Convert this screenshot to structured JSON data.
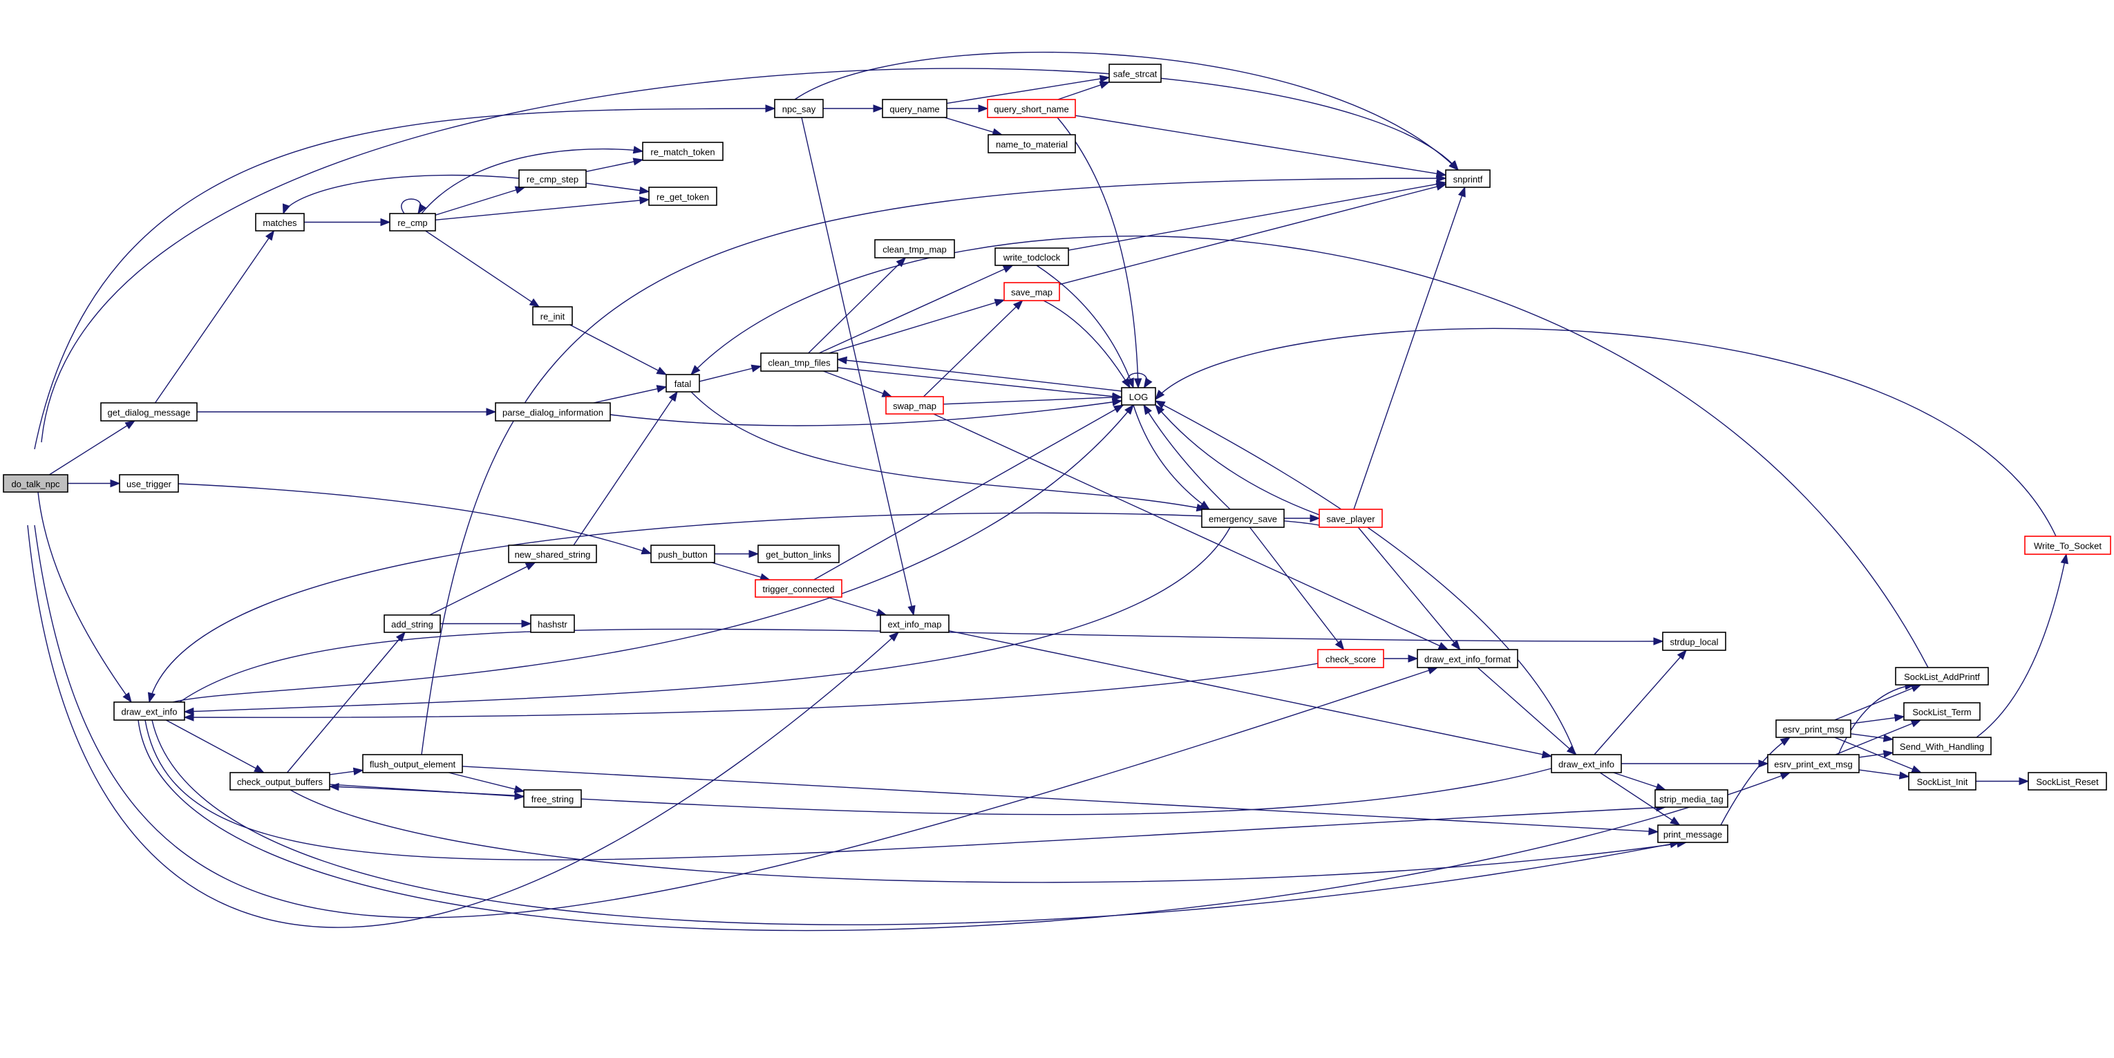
{
  "colors": {
    "edge": "#191970",
    "node_border": "#000000",
    "truncated_border": "#ff0000",
    "root_fill": "#bfbfbf",
    "background": "#ffffff"
  },
  "nodes": [
    {
      "id": "do_talk_npc",
      "label": "do_talk_npc",
      "kind": "root"
    },
    {
      "id": "use_trigger",
      "label": "use_trigger",
      "kind": "normal"
    },
    {
      "id": "get_dialog_message",
      "label": "get_dialog_message",
      "kind": "normal"
    },
    {
      "id": "matches",
      "label": "matches",
      "kind": "normal"
    },
    {
      "id": "re_cmp",
      "label": "re_cmp",
      "kind": "normal"
    },
    {
      "id": "re_cmp_step",
      "label": "re_cmp_step",
      "kind": "normal"
    },
    {
      "id": "re_match_token",
      "label": "re_match_token",
      "kind": "normal"
    },
    {
      "id": "re_get_token",
      "label": "re_get_token",
      "kind": "normal"
    },
    {
      "id": "re_init",
      "label": "re_init",
      "kind": "normal"
    },
    {
      "id": "fatal",
      "label": "fatal",
      "kind": "normal"
    },
    {
      "id": "parse_dialog_information",
      "label": "parse_dialog_information",
      "kind": "normal"
    },
    {
      "id": "npc_say",
      "label": "npc_say",
      "kind": "normal"
    },
    {
      "id": "query_name",
      "label": "query_name",
      "kind": "normal"
    },
    {
      "id": "query_short_name",
      "label": "query_short_name",
      "kind": "truncated"
    },
    {
      "id": "safe_strcat",
      "label": "safe_strcat",
      "kind": "normal"
    },
    {
      "id": "name_to_material",
      "label": "name_to_material",
      "kind": "normal"
    },
    {
      "id": "snprintf",
      "label": "snprintf",
      "kind": "normal"
    },
    {
      "id": "clean_tmp_map",
      "label": "clean_tmp_map",
      "kind": "normal"
    },
    {
      "id": "write_todclock",
      "label": "write_todclock",
      "kind": "normal"
    },
    {
      "id": "save_map",
      "label": "save_map",
      "kind": "truncated"
    },
    {
      "id": "clean_tmp_files",
      "label": "clean_tmp_files",
      "kind": "normal"
    },
    {
      "id": "swap_map",
      "label": "swap_map",
      "kind": "truncated"
    },
    {
      "id": "LOG",
      "label": "LOG",
      "kind": "normal"
    },
    {
      "id": "emergency_save",
      "label": "emergency_save",
      "kind": "normal"
    },
    {
      "id": "save_player",
      "label": "save_player",
      "kind": "truncated"
    },
    {
      "id": "new_shared_string",
      "label": "new_shared_string",
      "kind": "normal"
    },
    {
      "id": "push_button",
      "label": "push_button",
      "kind": "normal"
    },
    {
      "id": "get_button_links",
      "label": "get_button_links",
      "kind": "normal"
    },
    {
      "id": "trigger_connected",
      "label": "trigger_connected",
      "kind": "truncated"
    },
    {
      "id": "add_string",
      "label": "add_string",
      "kind": "normal"
    },
    {
      "id": "hashstr",
      "label": "hashstr",
      "kind": "normal"
    },
    {
      "id": "ext_info_map",
      "label": "ext_info_map",
      "kind": "normal"
    },
    {
      "id": "strdup_local",
      "label": "strdup_local",
      "kind": "normal"
    },
    {
      "id": "check_score",
      "label": "check_score",
      "kind": "truncated"
    },
    {
      "id": "draw_ext_info_format",
      "label": "draw_ext_info_format",
      "kind": "normal"
    },
    {
      "id": "draw_ext_info_l",
      "label": "draw_ext_info",
      "kind": "normal"
    },
    {
      "id": "draw_ext_info_r",
      "label": "draw_ext_info",
      "kind": "normal"
    },
    {
      "id": "check_output_buffers",
      "label": "check_output_buffers",
      "kind": "normal"
    },
    {
      "id": "flush_output_element",
      "label": "flush_output_element",
      "kind": "normal"
    },
    {
      "id": "free_string",
      "label": "free_string",
      "kind": "normal"
    },
    {
      "id": "strip_media_tag",
      "label": "strip_media_tag",
      "kind": "normal"
    },
    {
      "id": "print_message",
      "label": "print_message",
      "kind": "normal"
    },
    {
      "id": "esrv_print_msg",
      "label": "esrv_print_msg",
      "kind": "normal"
    },
    {
      "id": "esrv_print_ext_msg",
      "label": "esrv_print_ext_msg",
      "kind": "normal"
    },
    {
      "id": "SockList_AddPrintf",
      "label": "SockList_AddPrintf",
      "kind": "normal"
    },
    {
      "id": "SockList_Term",
      "label": "SockList_Term",
      "kind": "normal"
    },
    {
      "id": "Send_With_Handling",
      "label": "Send_With_Handling",
      "kind": "normal"
    },
    {
      "id": "SockList_Init",
      "label": "SockList_Init",
      "kind": "normal"
    },
    {
      "id": "SockList_Reset",
      "label": "SockList_Reset",
      "kind": "normal"
    },
    {
      "id": "Write_To_Socket",
      "label": "Write_To_Socket",
      "kind": "truncated"
    }
  ],
  "edges": [
    [
      "do_talk_npc",
      "use_trigger"
    ],
    [
      "do_talk_npc",
      "get_dialog_message"
    ],
    [
      "do_talk_npc",
      "npc_say"
    ],
    [
      "do_talk_npc",
      "snprintf"
    ],
    [
      "do_talk_npc",
      "draw_ext_info_l"
    ],
    [
      "do_talk_npc",
      "ext_info_map"
    ],
    [
      "do_talk_npc",
      "draw_ext_info_format"
    ],
    [
      "get_dialog_message",
      "matches"
    ],
    [
      "get_dialog_message",
      "parse_dialog_information"
    ],
    [
      "matches",
      "re_cmp"
    ],
    [
      "re_cmp",
      "re_cmp"
    ],
    [
      "re_cmp",
      "re_cmp_step"
    ],
    [
      "re_cmp",
      "re_match_token"
    ],
    [
      "re_cmp",
      "re_get_token"
    ],
    [
      "re_cmp",
      "re_init"
    ],
    [
      "re_cmp_step",
      "matches"
    ],
    [
      "re_cmp_step",
      "re_match_token"
    ],
    [
      "re_cmp_step",
      "re_get_token"
    ],
    [
      "re_init",
      "fatal"
    ],
    [
      "parse_dialog_information",
      "fatal"
    ],
    [
      "parse_dialog_information",
      "LOG"
    ],
    [
      "fatal",
      "clean_tmp_files"
    ],
    [
      "fatal",
      "emergency_save"
    ],
    [
      "clean_tmp_files",
      "clean_tmp_map"
    ],
    [
      "clean_tmp_files",
      "write_todclock"
    ],
    [
      "clean_tmp_files",
      "save_map"
    ],
    [
      "clean_tmp_files",
      "swap_map"
    ],
    [
      "clean_tmp_files",
      "LOG"
    ],
    [
      "write_todclock",
      "snprintf"
    ],
    [
      "write_todclock",
      "LOG"
    ],
    [
      "save_map",
      "snprintf"
    ],
    [
      "save_map",
      "LOG"
    ],
    [
      "swap_map",
      "save_map"
    ],
    [
      "swap_map",
      "LOG"
    ],
    [
      "swap_map",
      "draw_ext_info_format"
    ],
    [
      "LOG",
      "LOG"
    ],
    [
      "LOG",
      "clean_tmp_files"
    ],
    [
      "LOG",
      "emergency_save"
    ],
    [
      "emergency_save",
      "LOG"
    ],
    [
      "emergency_save",
      "save_player"
    ],
    [
      "emergency_save",
      "check_score"
    ],
    [
      "emergency_save",
      "draw_ext_info_l"
    ],
    [
      "save_player",
      "LOG"
    ],
    [
      "save_player",
      "snprintf"
    ],
    [
      "save_player",
      "draw_ext_info_format"
    ],
    [
      "save_player",
      "draw_ext_info_l"
    ],
    [
      "npc_say",
      "query_name"
    ],
    [
      "npc_say",
      "snprintf"
    ],
    [
      "npc_say",
      "ext_info_map"
    ],
    [
      "query_name",
      "query_short_name"
    ],
    [
      "query_name",
      "safe_strcat"
    ],
    [
      "query_name",
      "name_to_material"
    ],
    [
      "query_short_name",
      "safe_strcat"
    ],
    [
      "query_short_name",
      "snprintf"
    ],
    [
      "query_short_name",
      "LOG"
    ],
    [
      "use_trigger",
      "push_button"
    ],
    [
      "push_button",
      "get_button_links"
    ],
    [
      "push_button",
      "trigger_connected"
    ],
    [
      "trigger_connected",
      "LOG"
    ],
    [
      "trigger_connected",
      "ext_info_map"
    ],
    [
      "new_shared_string",
      "fatal"
    ],
    [
      "add_string",
      "new_shared_string"
    ],
    [
      "add_string",
      "hashstr"
    ],
    [
      "ext_info_map",
      "draw_ext_info_r"
    ],
    [
      "check_score",
      "draw_ext_info_format"
    ],
    [
      "check_score",
      "draw_ext_info_l"
    ],
    [
      "draw_ext_info_format",
      "draw_ext_info_r"
    ],
    [
      "draw_ext_info_l",
      "check_output_buffers"
    ],
    [
      "draw_ext_info_l",
      "strdup_local"
    ],
    [
      "draw_ext_info_l",
      "LOG"
    ],
    [
      "draw_ext_info_l",
      "print_message"
    ],
    [
      "draw_ext_info_l",
      "strip_media_tag"
    ],
    [
      "draw_ext_info_l",
      "esrv_print_ext_msg"
    ],
    [
      "check_output_buffers",
      "add_string"
    ],
    [
      "check_output_buffers",
      "flush_output_element"
    ],
    [
      "check_output_buffers",
      "free_string"
    ],
    [
      "check_output_buffers",
      "print_message"
    ],
    [
      "flush_output_element",
      "snprintf"
    ],
    [
      "flush_output_element",
      "free_string"
    ],
    [
      "flush_output_element",
      "print_message"
    ],
    [
      "draw_ext_info_r",
      "LOG"
    ],
    [
      "draw_ext_info_r",
      "strdup_local"
    ],
    [
      "draw_ext_info_r",
      "esrv_print_ext_msg"
    ],
    [
      "draw_ext_info_r",
      "strip_media_tag"
    ],
    [
      "draw_ext_info_r",
      "print_message"
    ],
    [
      "draw_ext_info_r",
      "check_output_buffers"
    ],
    [
      "print_message",
      "esrv_print_msg"
    ],
    [
      "esrv_print_msg",
      "SockList_AddPrintf"
    ],
    [
      "esrv_print_msg",
      "SockList_Term"
    ],
    [
      "esrv_print_msg",
      "Send_With_Handling"
    ],
    [
      "esrv_print_msg",
      "SockList_Init"
    ],
    [
      "esrv_print_ext_msg",
      "SockList_AddPrintf"
    ],
    [
      "esrv_print_ext_msg",
      "SockList_Term"
    ],
    [
      "esrv_print_ext_msg",
      "Send_With_Handling"
    ],
    [
      "esrv_print_ext_msg",
      "SockList_Init"
    ],
    [
      "SockList_Init",
      "SockList_Reset"
    ],
    [
      "Send_With_Handling",
      "Write_To_Socket"
    ],
    [
      "Write_To_Socket",
      "LOG"
    ],
    [
      "SockList_AddPrintf",
      "fatal"
    ]
  ]
}
